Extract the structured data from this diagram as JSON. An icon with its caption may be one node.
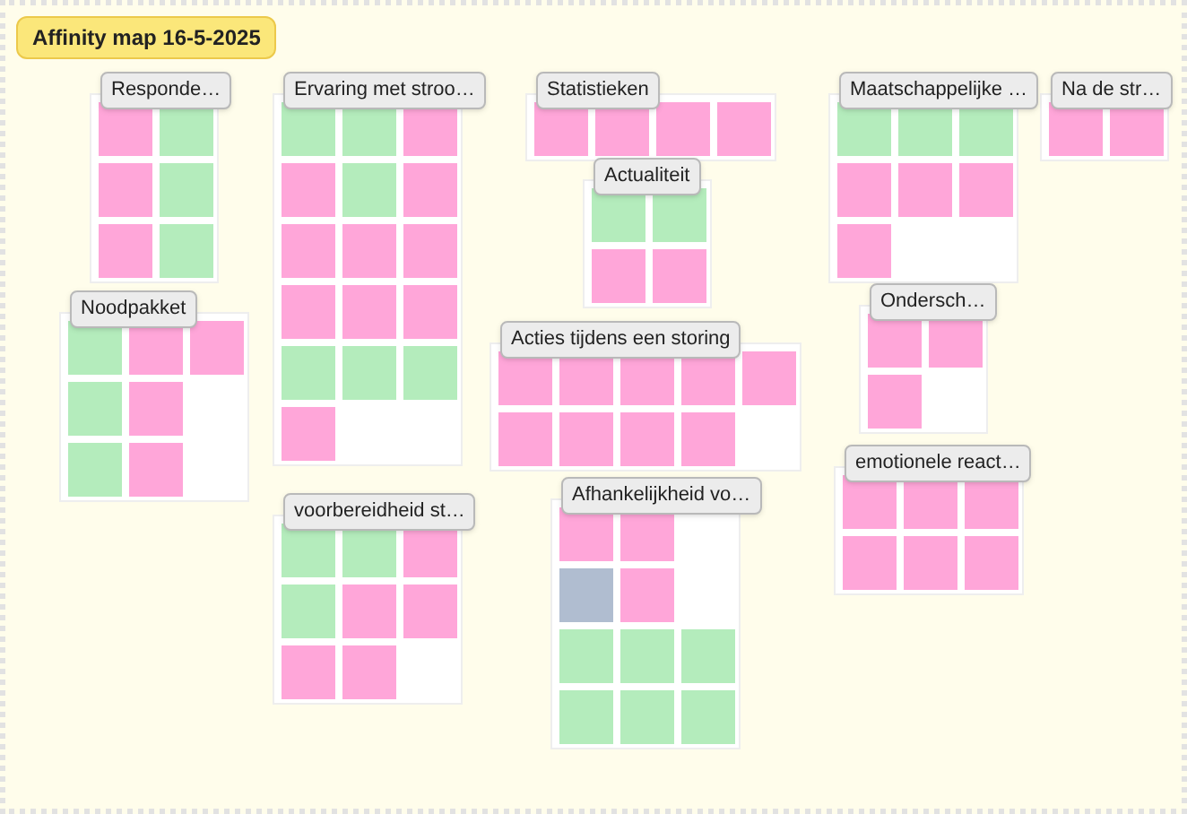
{
  "diagram": {
    "title": "Affinity map 16-5-2025",
    "nodes": [
      {
        "text": [
          "Responde…"
        ]
      },
      {
        "text": [],
        "shape": "box",
        "in": 0
      },
      {
        "text": [],
        "shape": "box",
        "in": 0
      },
      {
        "text": [],
        "shape": "box",
        "in": 0
      },
      {
        "text": [],
        "shape": "box",
        "in": 0
      },
      {
        "text": [],
        "shape": "box",
        "in": 0
      },
      {
        "text": [],
        "shape": "box",
        "in": 0
      },
      {
        "text": [
          "Ervaring met stroo…"
        ]
      },
      {
        "text": [],
        "shape": "box",
        "in": 7
      },
      {
        "text": [],
        "shape": "box",
        "in": 7
      },
      {
        "text": [],
        "shape": "box",
        "in": 7
      },
      {
        "text": [],
        "shape": "box",
        "in": 7
      },
      {
        "text": [],
        "shape": "box",
        "in": 7
      },
      {
        "text": [],
        "shape": "box",
        "in": 7
      },
      {
        "text": [],
        "shape": "box",
        "in": 7
      },
      {
        "text": [],
        "shape": "box",
        "in": 7
      },
      {
        "text": [],
        "shape": "box",
        "in": 7
      },
      {
        "text": [],
        "shape": "box",
        "in": 7
      },
      {
        "text": [],
        "shape": "box",
        "in": 7
      },
      {
        "text": [],
        "shape": "box",
        "in": 7
      },
      {
        "text": [],
        "shape": "box",
        "in": 7
      },
      {
        "text": [],
        "shape": "box",
        "in": 7
      },
      {
        "text": [],
        "shape": "box",
        "in": 7
      },
      {
        "text": [],
        "shape": "box",
        "in": 7
      },
      {
        "text": [
          "Noodpakket"
        ]
      },
      {
        "text": [],
        "shape": "box",
        "in": 24
      },
      {
        "text": [],
        "shape": "box",
        "in": 24
      },
      {
        "text": [],
        "shape": "box",
        "in": 24
      },
      {
        "text": [],
        "shape": "box",
        "in": 24
      },
      {
        "text": [],
        "shape": "box",
        "in": 24
      },
      {
        "text": [],
        "shape": "box",
        "in": 24
      },
      {
        "text": [],
        "shape": "box",
        "in": 24
      },
      {
        "text": [
          "Statistieken"
        ]
      },
      {
        "text": [],
        "shape": "box",
        "in": 32
      },
      {
        "text": [],
        "shape": "box",
        "in": 32
      },
      {
        "text": [],
        "shape": "box",
        "in": 32
      },
      {
        "text": [],
        "shape": "box",
        "in": 32
      },
      {
        "text": [
          "Actualiteit"
        ]
      },
      {
        "text": [],
        "shape": "box",
        "in": 37
      },
      {
        "text": [],
        "shape": "box",
        "in": 37
      },
      {
        "text": [],
        "shape": "box",
        "in": 37
      },
      {
        "text": [],
        "shape": "box",
        "in": 37
      },
      {
        "text": [
          "Acties tijdens een storing"
        ]
      },
      {
        "text": [],
        "shape": "box",
        "in": 42
      },
      {
        "text": [],
        "shape": "box",
        "in": 42
      },
      {
        "text": [],
        "shape": "box",
        "in": 42
      },
      {
        "text": [],
        "shape": "box",
        "in": 42
      },
      {
        "text": [],
        "shape": "box",
        "in": 42
      },
      {
        "text": [],
        "shape": "box",
        "in": 42
      },
      {
        "text": [],
        "shape": "box",
        "in": 42
      },
      {
        "text": [],
        "shape": "box",
        "in": 42
      },
      {
        "text": [],
        "shape": "box",
        "in": 42
      },
      {
        "text": [
          "Maatschappelijke …"
        ]
      },
      {
        "text": [],
        "shape": "box",
        "in": 52
      },
      {
        "text": [],
        "shape": "box",
        "in": 52
      },
      {
        "text": [],
        "shape": "box",
        "in": 52
      },
      {
        "text": [],
        "shape": "box",
        "in": 52
      },
      {
        "text": [],
        "shape": "box",
        "in": 52
      },
      {
        "text": [],
        "shape": "box",
        "in": 52
      },
      {
        "text": [],
        "shape": "box",
        "in": 52
      },
      {
        "text": [
          "Na de str…"
        ]
      },
      {
        "text": [],
        "shape": "box",
        "in": 60
      },
      {
        "text": [],
        "shape": "box",
        "in": 60
      },
      {
        "text": [
          "Ondersch…"
        ]
      },
      {
        "text": [],
        "shape": "box",
        "in": 63
      },
      {
        "text": [],
        "shape": "box",
        "in": 63
      },
      {
        "text": [],
        "shape": "box",
        "in": 63
      },
      {
        "text": [
          "voorbereidheid st…"
        ]
      },
      {
        "text": [],
        "shape": "box",
        "in": 67
      },
      {
        "text": [],
        "shape": "box",
        "in": 67
      },
      {
        "text": [],
        "shape": "box",
        "in": 67
      },
      {
        "text": [],
        "shape": "box",
        "in": 67
      },
      {
        "text": [],
        "shape": "box",
        "in": 67
      },
      {
        "text": [],
        "shape": "box",
        "in": 67
      },
      {
        "text": [],
        "shape": "box",
        "in": 67
      },
      {
        "text": [],
        "shape": "box",
        "in": 67
      },
      {
        "text": [
          "Afhankelijkheid vo…"
        ]
      },
      {
        "text": [],
        "shape": "box",
        "in": 76
      },
      {
        "text": [],
        "shape": "box",
        "in": 76
      },
      {
        "text": [],
        "shape": "box",
        "in": 76
      },
      {
        "text": [],
        "shape": "box",
        "in": 76
      },
      {
        "text": [],
        "shape": "box",
        "in": 76
      },
      {
        "text": [],
        "shape": "box",
        "in": 76
      },
      {
        "text": [],
        "shape": "box",
        "in": 76
      },
      {
        "text": [],
        "shape": "box",
        "in": 76
      },
      {
        "text": [],
        "shape": "box",
        "in": 76
      },
      {
        "text": [],
        "shape": "box",
        "in": 76
      },
      {
        "text": [
          "emotionele react…"
        ]
      },
      {
        "text": [],
        "shape": "box",
        "in": 87
      },
      {
        "text": [],
        "shape": "box",
        "in": 87
      },
      {
        "text": [],
        "shape": "box",
        "in": 87
      },
      {
        "text": [],
        "shape": "box",
        "in": 87
      },
      {
        "text": [],
        "shape": "box",
        "in": 87
      },
      {
        "text": [],
        "shape": "box",
        "in": 87
      }
    ]
  }
}
